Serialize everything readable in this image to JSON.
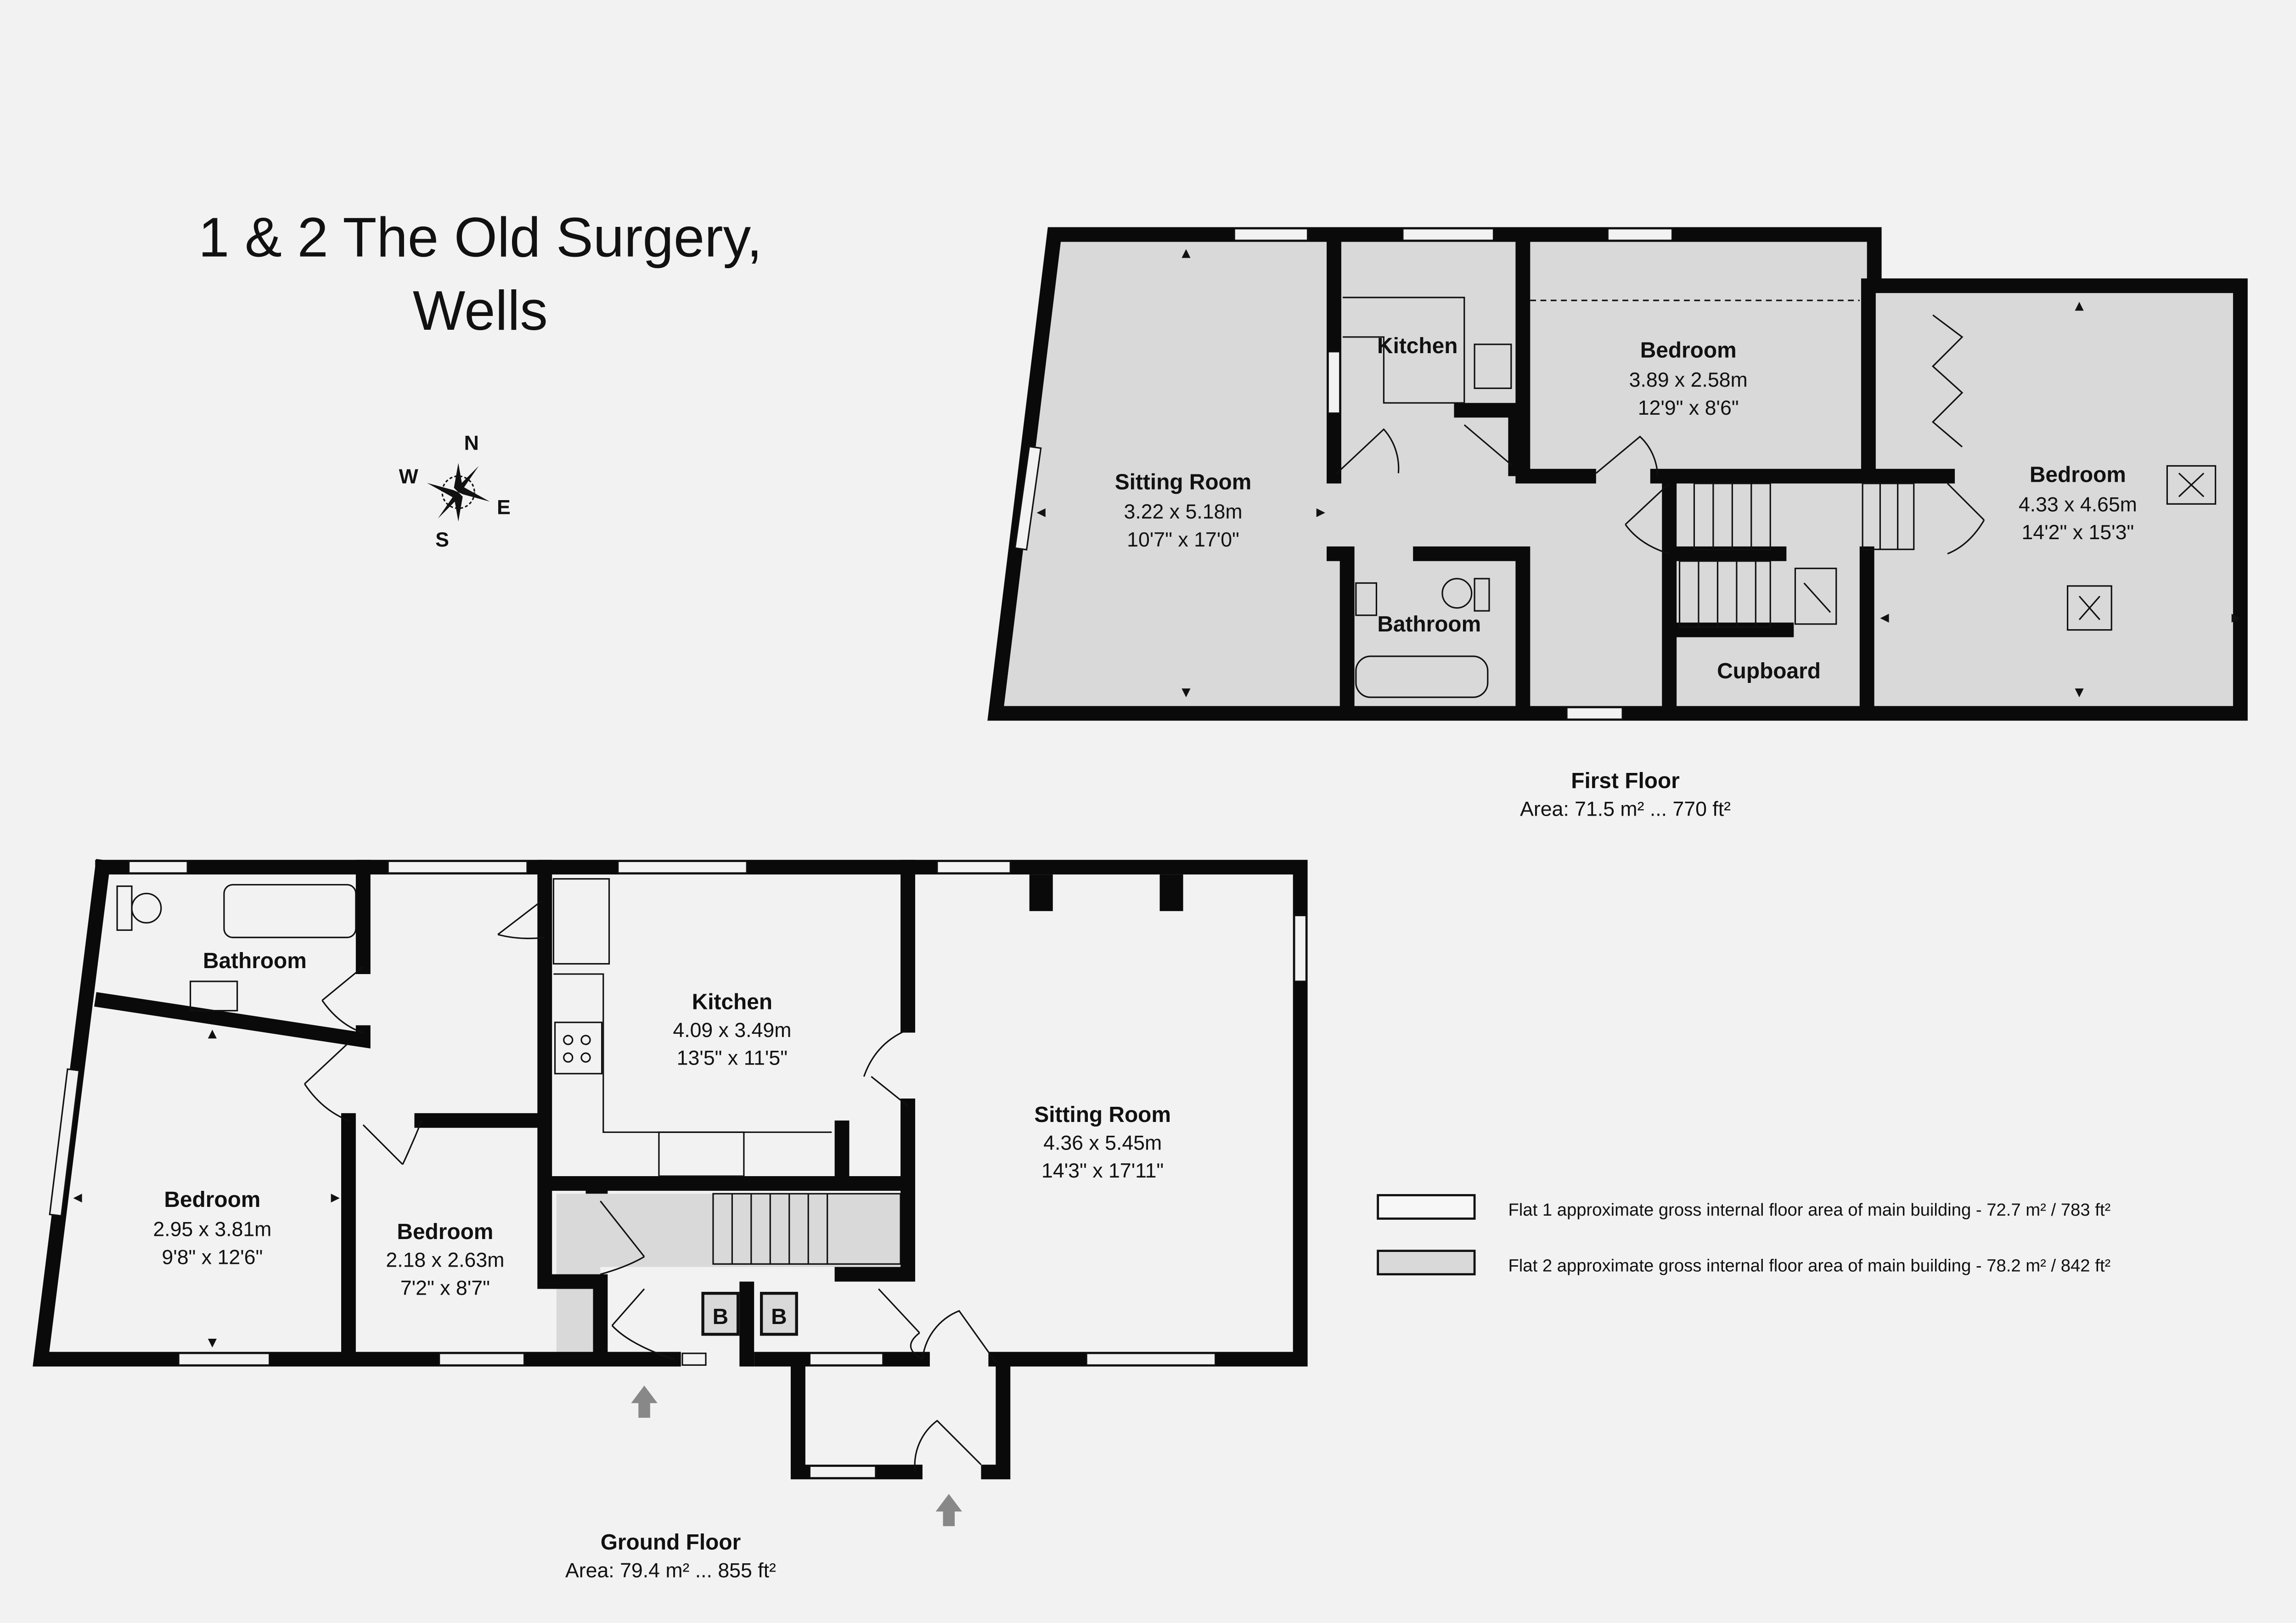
{
  "title": {
    "line1": "1 & 2 The Old Surgery,",
    "line2": "Wells"
  },
  "compass": {
    "n": "N",
    "s": "S",
    "e": "E",
    "w": "W"
  },
  "first_floor": {
    "label": "First Floor",
    "area": "Area: 71.5 m² ... 770 ft²",
    "rooms": [
      {
        "name": "Sitting Room",
        "metric": "3.22 x 5.18m",
        "imperial": "10'7\" x 17'0\""
      },
      {
        "name": "Kitchen"
      },
      {
        "name": "Bedroom",
        "metric": "3.89 x 2.58m",
        "imperial": "12'9\" x 8'6\""
      },
      {
        "name": "Bedroom",
        "metric": "4.33 x 4.65m",
        "imperial": "14'2\" x 15'3\""
      },
      {
        "name": "Bathroom"
      },
      {
        "name": "Cupboard"
      }
    ]
  },
  "ground_floor": {
    "label": "Ground Floor",
    "area": "Area: 79.4 m² ... 855 ft²",
    "rooms": [
      {
        "name": "Bathroom"
      },
      {
        "name": "Kitchen",
        "metric": "4.09 x 3.49m",
        "imperial": "13'5\" x 11'5\""
      },
      {
        "name": "Sitting Room",
        "metric": "4.36 x 5.45m",
        "imperial": "14'3\" x 17'11\""
      },
      {
        "name": "Bedroom",
        "metric": "2.95 x 3.81m",
        "imperial": "9'8\" x 12'6\""
      },
      {
        "name": "Bedroom",
        "metric": "2.18 x 2.63m",
        "imperial": "7'2\" x 8'7\""
      }
    ],
    "boiler_labels": [
      "B",
      "B"
    ]
  },
  "legend": [
    {
      "text": "Flat 1  approximate gross internal floor area of main building  -  72.7 m² / 783 ft²",
      "color": "#f7f7f7"
    },
    {
      "text": "Flat 2  approximate gross internal floor area of main building  -  78.2 m² / 842 ft²",
      "color": "#d9d9d9"
    }
  ]
}
